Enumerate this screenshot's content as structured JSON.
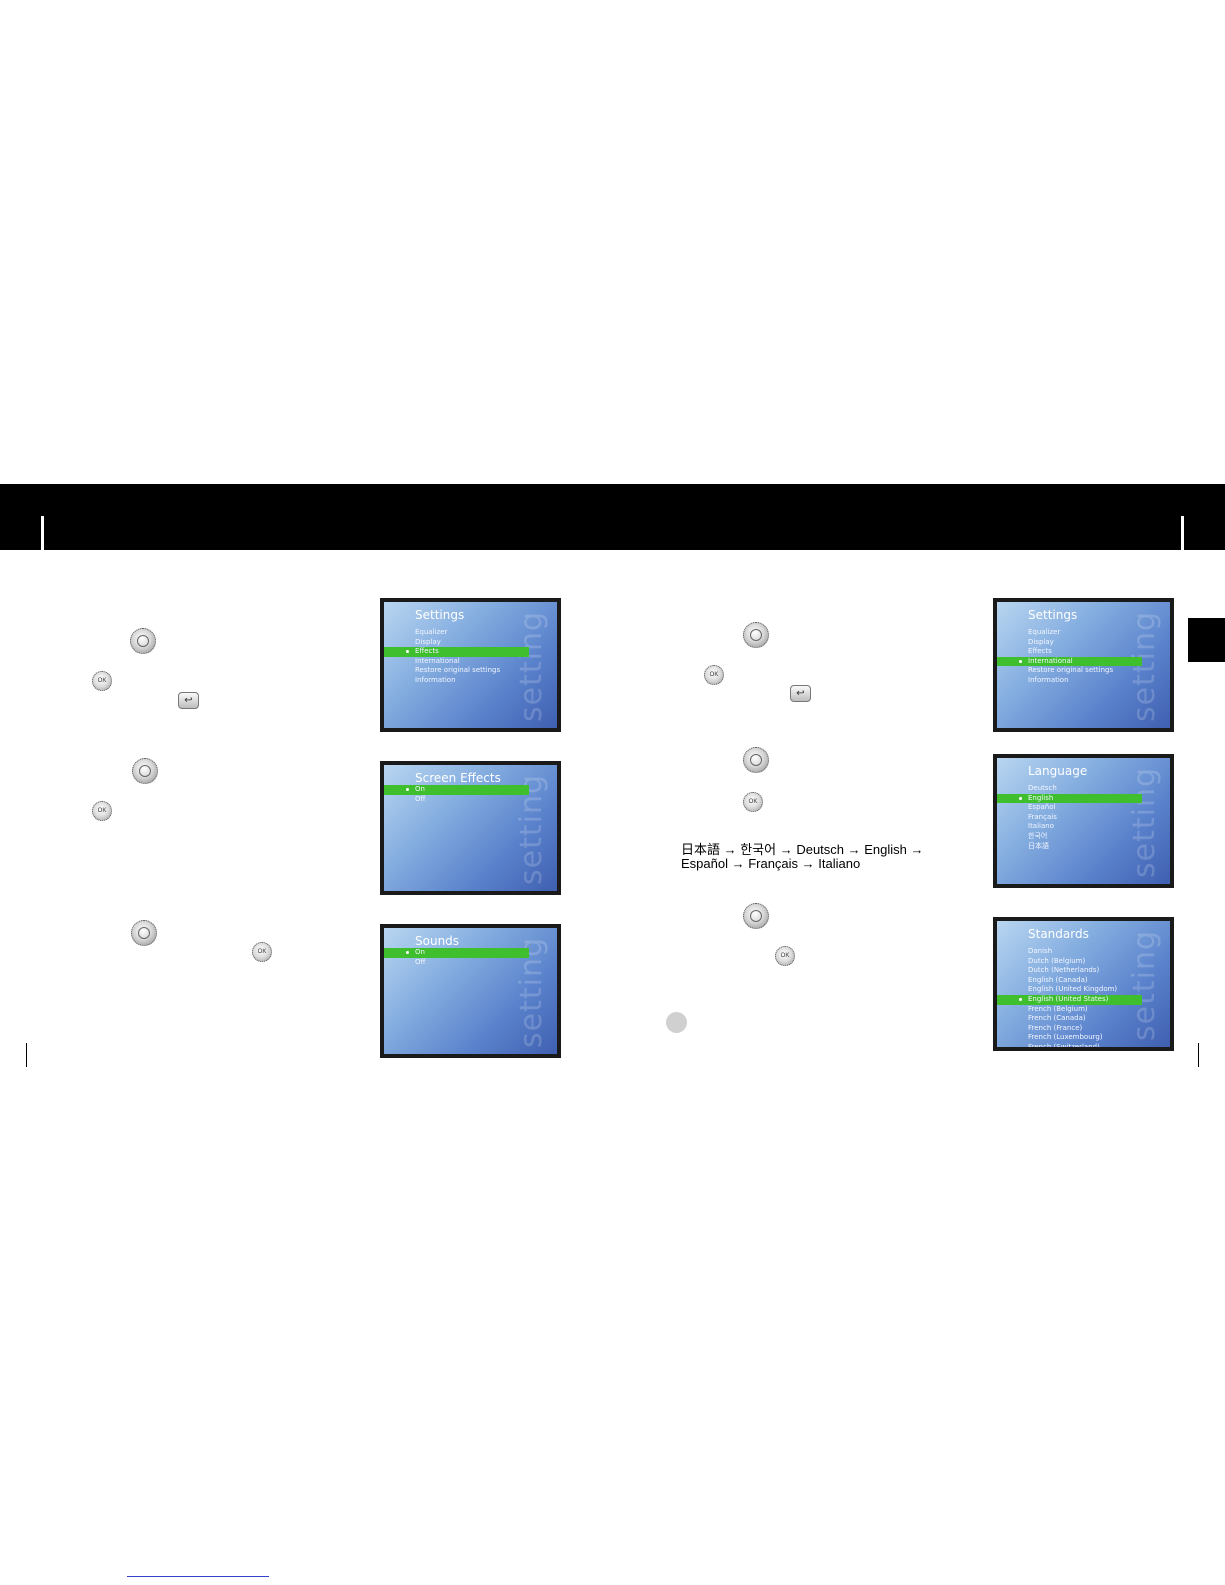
{
  "sequence": {
    "line1": "日本語 → 한국어 → Deutsch → English →",
    "line2": "Español → Français → Italiano"
  },
  "buttons": {
    "ok_label": "OK",
    "back_symbol": "↩"
  },
  "screens": {
    "settings": {
      "title": "Settings",
      "watermark": "setting",
      "items": [
        "Equalizer",
        "Display",
        "Effects",
        "International",
        "Restore original settings",
        "Information"
      ]
    },
    "screen_effects": {
      "title": "Screen Effects",
      "watermark": "setting",
      "items": [
        "On",
        "Off"
      ]
    },
    "sounds": {
      "title": "Sounds",
      "watermark": "setting",
      "items": [
        "On",
        "Off"
      ]
    },
    "settings_international": {
      "title": "Settings",
      "watermark": "setting",
      "items": [
        "Equalizer",
        "Display",
        "Effects",
        "International",
        "Restore original settings",
        "Information"
      ]
    },
    "language": {
      "title": "Language",
      "watermark": "setting",
      "items": [
        "Deutsch",
        "English",
        "Español",
        "Français",
        "Italiano",
        "한국어",
        "日本語"
      ]
    },
    "standards": {
      "title": "Standards",
      "watermark": "setting",
      "items": [
        "Danish",
        "Dutch (Belgium)",
        "Dutch (Netherlands)",
        "English (Canada)",
        "English (United Kingdom)",
        "English (United States)",
        "French (Belgium)",
        "French (Canada)",
        "French (France)",
        "French (Luxembourg)",
        "French (Switzerland)"
      ]
    }
  }
}
